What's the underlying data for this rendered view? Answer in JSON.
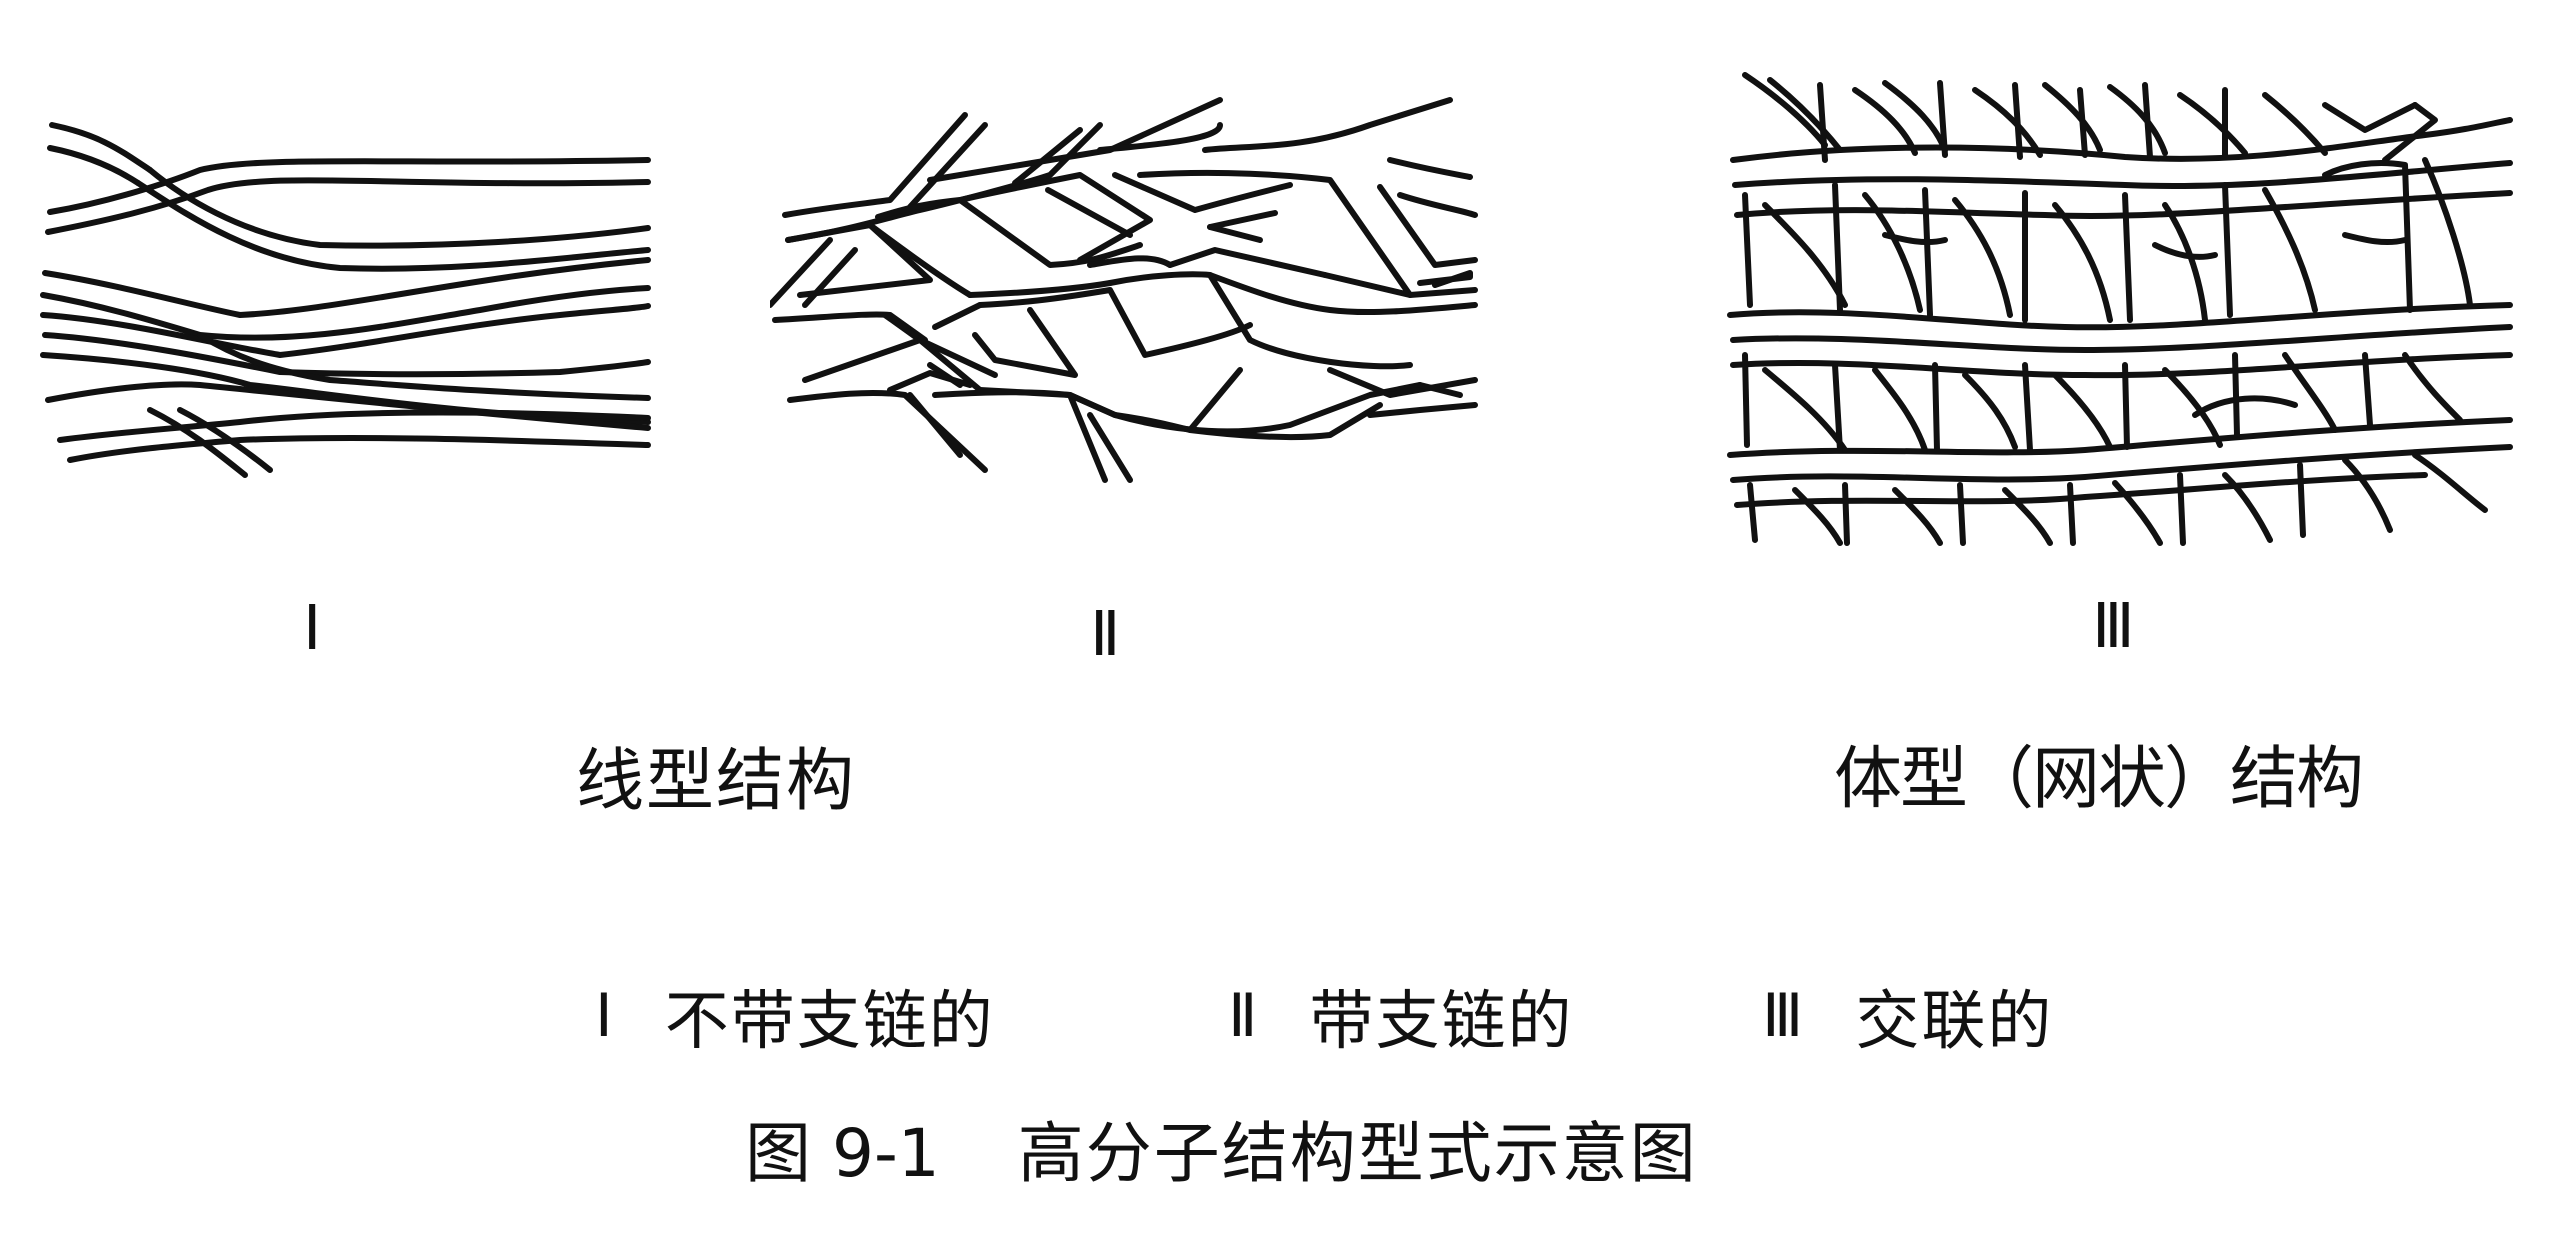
{
  "figure": {
    "panels": [
      {
        "id": "I",
        "numeral": "Ⅰ",
        "description": "linear chains without branches"
      },
      {
        "id": "II",
        "numeral": "Ⅱ",
        "description": "branched chains"
      },
      {
        "id": "III",
        "numeral": "Ⅲ",
        "description": "cross-linked network"
      }
    ],
    "group_labels": {
      "linear": "线型结构",
      "network": "体型（网状）结构"
    },
    "legend": [
      {
        "numeral": "Ⅰ",
        "text": "不带支链的"
      },
      {
        "numeral": "Ⅱ",
        "text": "带支链的"
      },
      {
        "numeral": "Ⅲ",
        "text": "交联的"
      }
    ],
    "caption": {
      "number": "图 9-1",
      "title": "高分子结构型式示意图"
    }
  }
}
